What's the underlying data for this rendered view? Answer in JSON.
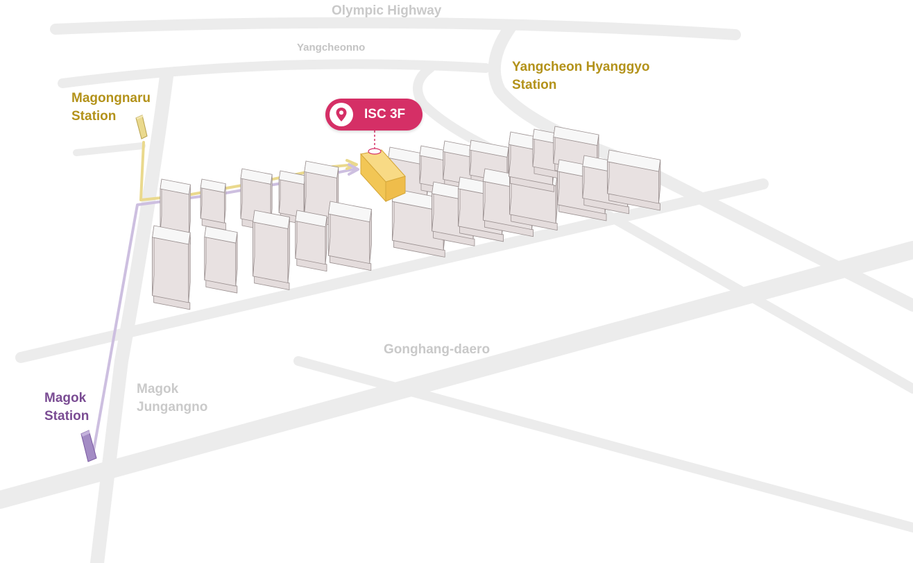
{
  "roads": {
    "olympic": "Olympic Highway",
    "yangcheonno": "Yangcheonno",
    "gonghang": "Gonghang-daero",
    "magok_line1": "Magok",
    "magok_line2": "Jungangno"
  },
  "stations": {
    "magongnaru": {
      "line1": "Magongnaru",
      "line2": "Station"
    },
    "yangcheon": {
      "line1": "Yangcheon Hyanggyo",
      "line2": "Station"
    },
    "magok": {
      "line1": "Magok",
      "line2": "Station"
    }
  },
  "marker": {
    "label": "ISC 3F",
    "icon": "location-pin-icon"
  },
  "colors": {
    "road": "#ececec",
    "gold_route": "#e8d27a",
    "purple_route": "#c8b6dc",
    "marker": "#d52f66",
    "gold_text": "#b3921a",
    "purple_text": "#7a4c93",
    "target_building": "#f5c95a"
  }
}
